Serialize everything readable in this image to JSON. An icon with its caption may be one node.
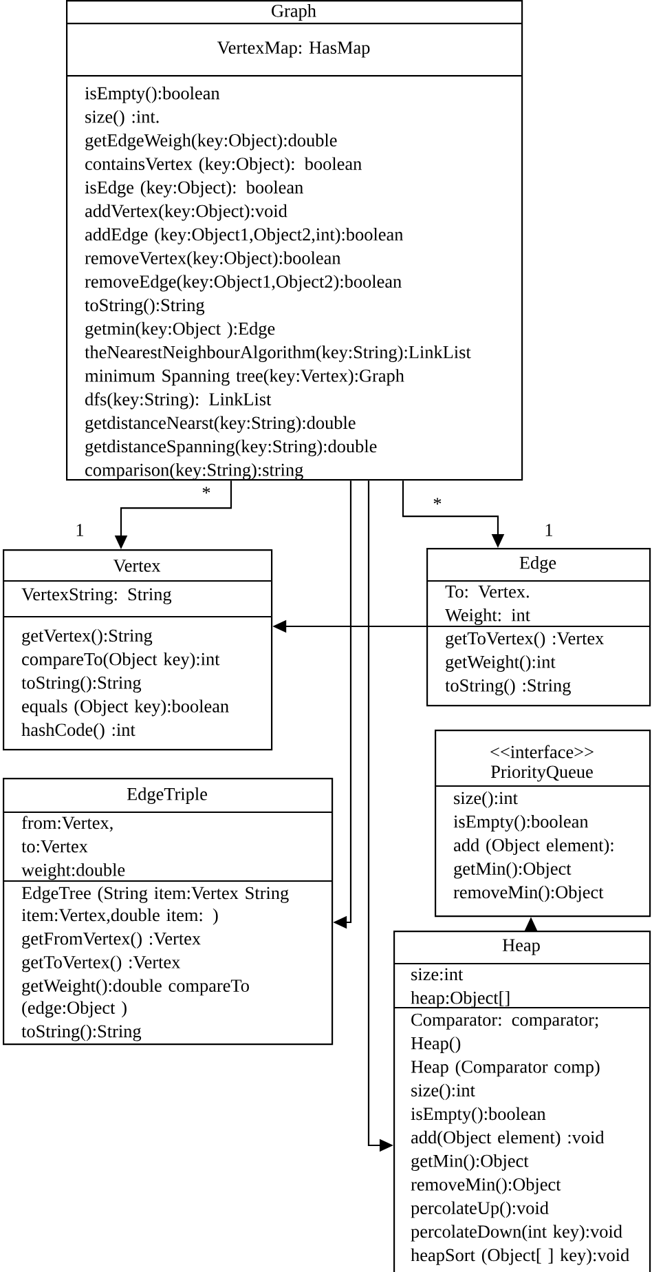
{
  "diagram": {
    "nodes": [
      {
        "text": [
          "Graph",
          "VertexMap: HasMap",
          "isEmpty():boolean",
          "size() :int.",
          "getEdgeWeigh(key:Object):double",
          "containsVertex (key:Object): boolean",
          "isEdge (key:Object): boolean",
          "addVertex(key:Object):void",
          "addEdge (key:Object1,Object2,int):boolean",
          "removeVertex(key:Object):boolean",
          "removeEdge(key:Object1,Object2):boolean",
          "toString():String",
          "getmin(key:Object ):Edge",
          "theNearestNeighbourAlgorithm(key:String):LinkList",
          "minimum Spanning tree(key:Vertex):Graph",
          "dfs(key:String): LinkList",
          "getdistanceNearst(key:String):double",
          "getdistanceSpanning(key:String):double",
          "comparison(key:String):string"
        ]
      },
      {
        "text": [
          "Vertex",
          "VertexString: String",
          "getVertex():String",
          "compareTo(Object key):int",
          "toString():String",
          "equals (Object key):boolean",
          "hashCode() :int"
        ]
      },
      {
        "text": [
          "Edge",
          "To: Vertex.",
          "Weight: int",
          "getToVertex() :Vertex",
          "getWeight():int",
          "toString() :String"
        ]
      },
      {
        "text": [
          "<<interface>>",
          "PriorityQueue",
          "size():int",
          "isEmpty():boolean",
          "add (Object element):",
          "getMin():Object",
          "removeMin():Object"
        ]
      },
      {
        "text": [
          "EdgeTriple",
          "from:Vertex,",
          "to:Vertex",
          "weight:double",
          "EdgeTree (String item:Vertex String item:Vertex,double item: )",
          "getFromVertex() :Vertex",
          "getToVertex() :Vertex",
          "getWeight():double compareTo (edge:Object )",
          "toString():String"
        ]
      },
      {
        "text": [
          "Heap",
          "size:int",
          "heap:Object[]",
          "Comparator: comparator;",
          "Heap()",
          "Heap (Comparator comp)",
          "size():int",
          "isEmpty():boolean",
          "add(Object element) :void",
          "getMin():Object",
          "removeMin():Object",
          "percolateUp():void",
          "percolateDown(int key):void",
          "heapSort (Object[ ] key):void"
        ]
      }
    ],
    "edges": [
      {
        "from": 0,
        "to": 1,
        "arrow": "to"
      },
      {
        "from": 0,
        "to": 2,
        "arrow": "to"
      },
      {
        "from": 2,
        "to": 1,
        "arrow": "to"
      },
      {
        "from": 0,
        "to": 4,
        "arrow": "to"
      },
      {
        "from": 0,
        "to": 5,
        "arrow": "to"
      },
      {
        "from": 5,
        "to": 3,
        "arrow": "to"
      }
    ],
    "labels": [
      "*",
      "1",
      "*",
      "1"
    ]
  }
}
